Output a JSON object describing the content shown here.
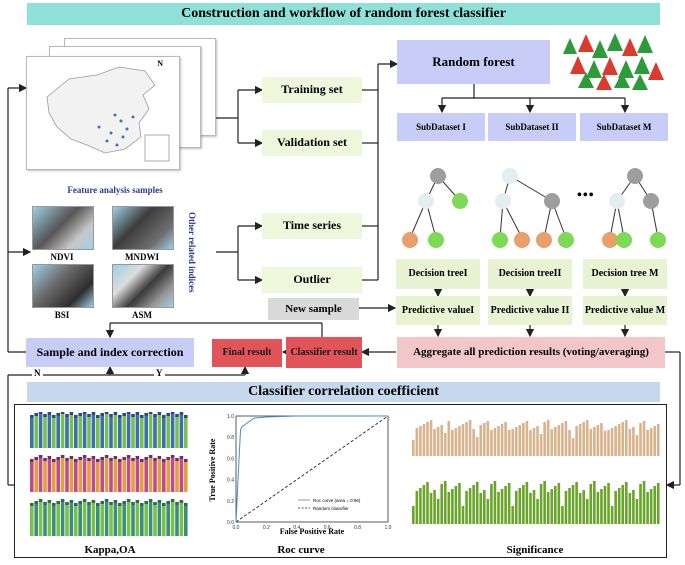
{
  "title": "Construction and workflow of random forest classifier",
  "maps": {
    "caption": "Feature analysis samples",
    "north_label": "N"
  },
  "indices": {
    "ndvi": "NDVI",
    "mndwi": "MNDWI",
    "bsi": "BSI",
    "asm": "ASM",
    "side_label": "Other related indices"
  },
  "sets": {
    "training": "Training set",
    "validation": "Validation set",
    "time_series": "Time series",
    "outlier": "Outlier",
    "new_sample": "New sample"
  },
  "random_forest": {
    "label": "Random forest",
    "subdatasets": [
      "SubDataset I",
      "SubDataset II",
      "SubDataset M"
    ],
    "ellipsis": "•••",
    "decision_trees": [
      {
        "decision": "Decision treeI",
        "predictive": "Predictive valueI"
      },
      {
        "decision": "Decision treeII",
        "predictive": "Predictive value II"
      },
      {
        "decision": "Decision tree M",
        "predictive": "Predictive value M"
      }
    ]
  },
  "aggregate": "Aggregate all prediction results (voting/averaging)",
  "classifier_result": "Classifier result",
  "final_result": "Final result",
  "correction": "Sample and index correction",
  "branch_labels": {
    "no": "N",
    "yes": "Y"
  },
  "coef_title": "Classifier correlation coefficient",
  "panels": {
    "kappa": "Kappa,OA",
    "roc": "Roc curve",
    "significance": "Significance"
  },
  "roc": {
    "xlabel": "False Positive Rate",
    "ylabel": "True Positive Rate",
    "xticks": [
      "0.0",
      "0.2",
      "0.4",
      "0.6",
      "0.8",
      "1.0"
    ],
    "yticks": [
      "0.0",
      "0.2",
      "0.4",
      "0.6",
      "0.8",
      "1.0"
    ],
    "legend": [
      "Roc curve (area = 0.96)",
      "Random classifier"
    ]
  },
  "colors": {
    "title_bar": "#8fe0d9",
    "green_box": "#eef7dc",
    "blue_box": "#c7cdf7",
    "red_box": "#e0545a",
    "pink_box": "#f3c7c9",
    "node_gray": "#9e9e9e",
    "node_light": "#e3eef0",
    "node_green": "#7ed957",
    "node_orange": "#e8a06a",
    "sig_tan": "#d9b38c",
    "sig_green": "#6aa52b"
  },
  "chart_data": [
    {
      "type": "line",
      "title": "",
      "xlabel": "False Positive Rate",
      "ylabel": "True Positive Rate",
      "xlim": [
        0,
        1
      ],
      "ylim": [
        0,
        1
      ],
      "series": [
        {
          "name": "Roc curve (area = 0.96)",
          "x": [
            0.0,
            0.02,
            0.03,
            0.04,
            0.06,
            0.08,
            0.12,
            0.2,
            0.4,
            1.0
          ],
          "y": [
            0.0,
            0.6,
            0.87,
            0.9,
            0.92,
            0.94,
            0.98,
            0.99,
            1.0,
            1.0
          ]
        },
        {
          "name": "Random classifier",
          "x": [
            0,
            1
          ],
          "y": [
            0,
            1
          ]
        }
      ],
      "legend": "bottom-right"
    }
  ]
}
